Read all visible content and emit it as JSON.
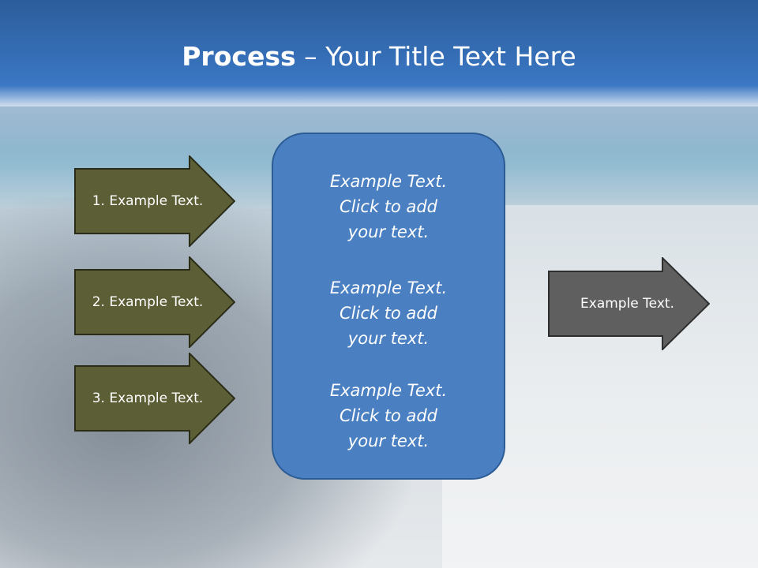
{
  "slide": {
    "title_bold": "Process",
    "title_rest": " – Your Title Text Here"
  },
  "inputs": [
    {
      "label": "1. Example Text."
    },
    {
      "label": "2. Example Text."
    },
    {
      "label": "3. Example Text."
    }
  ],
  "center_blocks": [
    {
      "line1": "Example Text.",
      "line2": "Click  to add",
      "line3": "your text."
    },
    {
      "line1": "Example Text.",
      "line2": "Click  to add",
      "line3": "your text."
    },
    {
      "line1": "Example Text.",
      "line2": "Click  to add",
      "line3": "your text."
    }
  ],
  "output": {
    "label": "Example Text."
  },
  "colors": {
    "title_band": "#3a77c4",
    "input_arrow_fill": "#5c5e35",
    "output_arrow_fill": "#5f5f5f",
    "center_box_fill": "#4a80c2"
  }
}
